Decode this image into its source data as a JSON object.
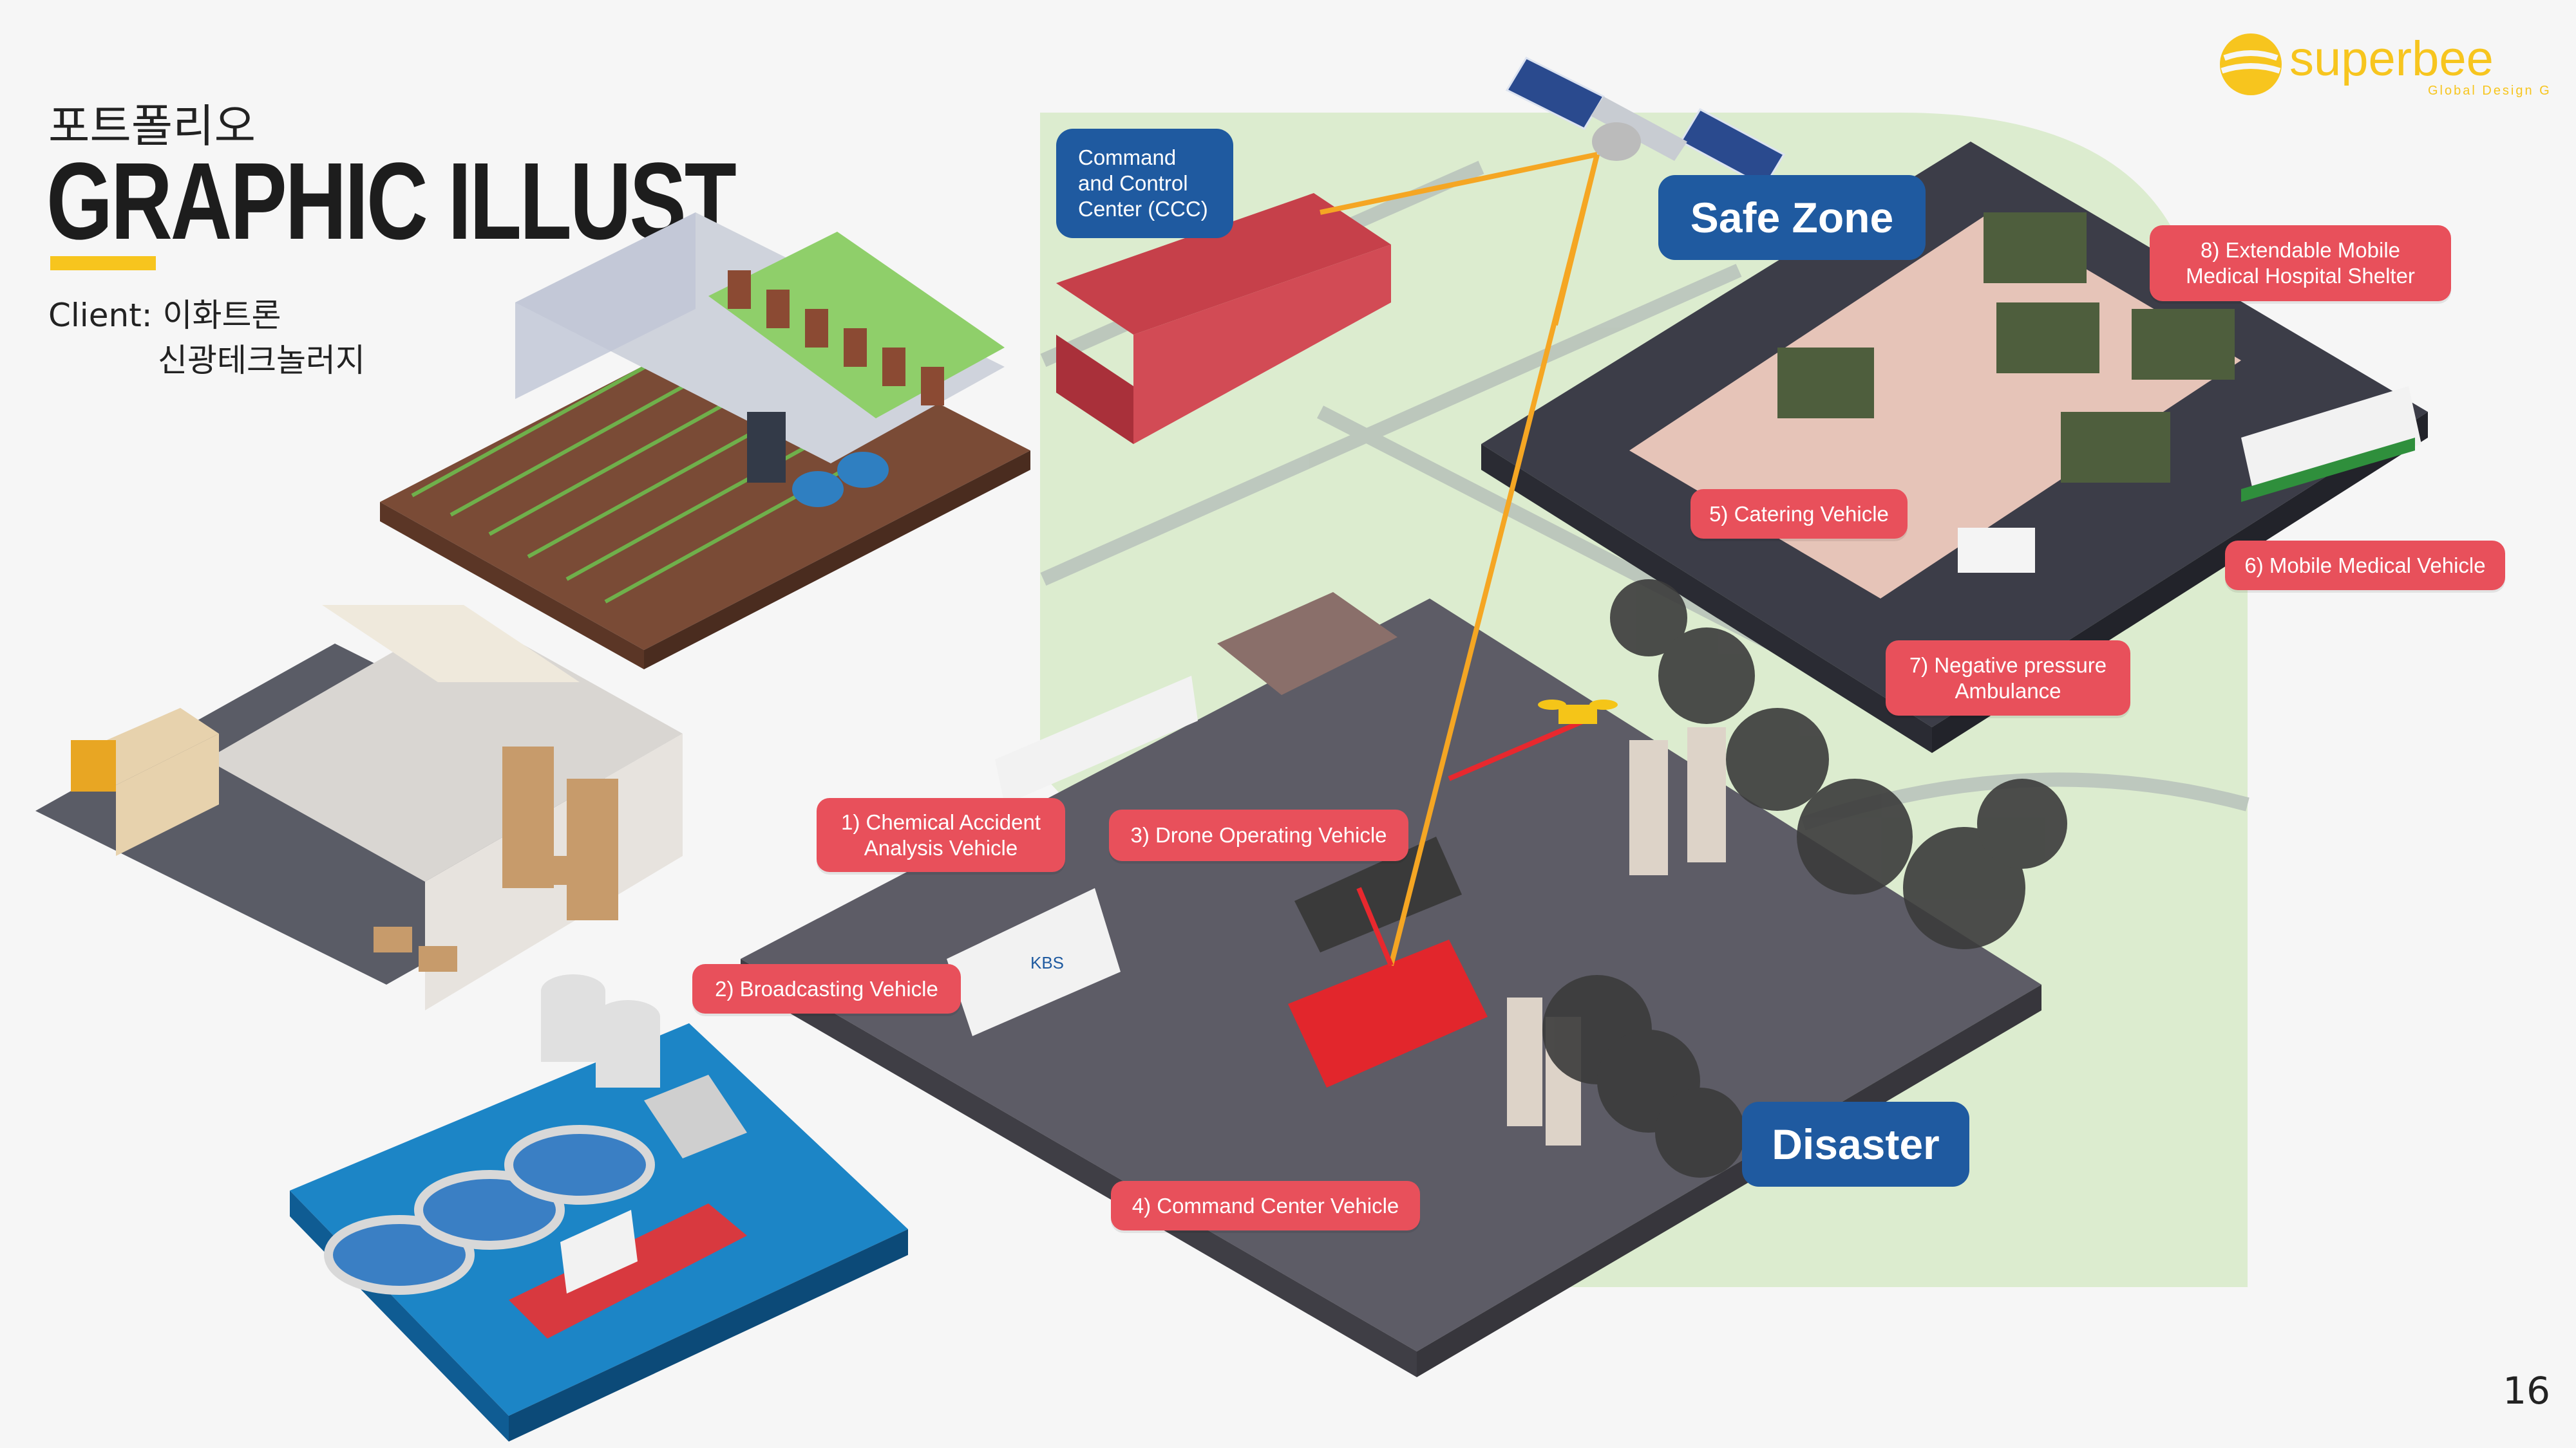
{
  "header": {
    "kor_title": "포트폴리오",
    "title": "GRAPHIC ILLUST",
    "client_line1": "Client: 이화트론",
    "client_line2": "신광테크놀러지"
  },
  "logo": {
    "brand": "superbee",
    "tagline": "Global Design Group",
    "accent": "#f7c51e"
  },
  "page_number": "16",
  "labels": {
    "ccc": [
      "Command",
      "and Control",
      "Center (CCC)"
    ],
    "safe_zone": "Safe Zone",
    "disaster": "Disaster",
    "chemical": [
      "1) Chemical Accident",
      "Analysis Vehicle"
    ],
    "broadcasting": "2) Broadcasting Vehicle",
    "drone": "3) Drone Operating Vehicle",
    "command_vehicle": "4) Command Center Vehicle",
    "catering": "5) Catering Vehicle",
    "mobile_medical": "6) Mobile Medical Vehicle",
    "ambulance": [
      "7) Negative pressure",
      "Ambulance"
    ],
    "hospital": [
      "8) Extendable Mobile",
      "Medical Hospital Shelter"
    ]
  },
  "vehicle_text": {
    "kbs": "KBS"
  },
  "colors": {
    "label_red": "#e8505b",
    "label_blue": "#1f5aa0",
    "link_orange": "#f5a623",
    "link_red": "#e8282e",
    "map_green": "#dceccf"
  }
}
